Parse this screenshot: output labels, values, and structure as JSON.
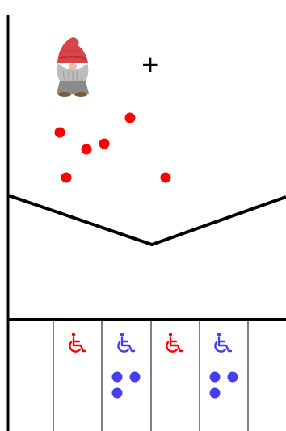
{
  "game": {
    "type": "dot-sorting-puzzle",
    "goal_marker": "+",
    "player": {
      "icon": "gnome-icon",
      "hat_color": "#d9444a",
      "beard_color": "#bdbdbd"
    },
    "colors": {
      "red": "#ff0000",
      "blue": "#4a3cf0",
      "line": "#000000",
      "background": "#ffffff"
    },
    "upper_area": {
      "loose_dots": [
        {
          "color": "red"
        },
        {
          "color": "red"
        },
        {
          "color": "red"
        },
        {
          "color": "red"
        },
        {
          "color": "red"
        },
        {
          "color": "red"
        }
      ]
    },
    "slots": [
      {
        "index": 0,
        "icon": null,
        "dots": 0
      },
      {
        "index": 1,
        "icon": "wheelchair-icon",
        "icon_color": "red",
        "dots": 0
      },
      {
        "index": 2,
        "icon": "wheelchair-icon",
        "icon_color": "blue",
        "dots": 3,
        "dot_color": "blue"
      },
      {
        "index": 3,
        "icon": "wheelchair-icon",
        "icon_color": "red",
        "dots": 0
      },
      {
        "index": 4,
        "icon": "wheelchair-icon",
        "icon_color": "blue",
        "dots": 3,
        "dot_color": "blue"
      },
      {
        "index": 5,
        "icon": null,
        "dots": 0
      }
    ]
  }
}
